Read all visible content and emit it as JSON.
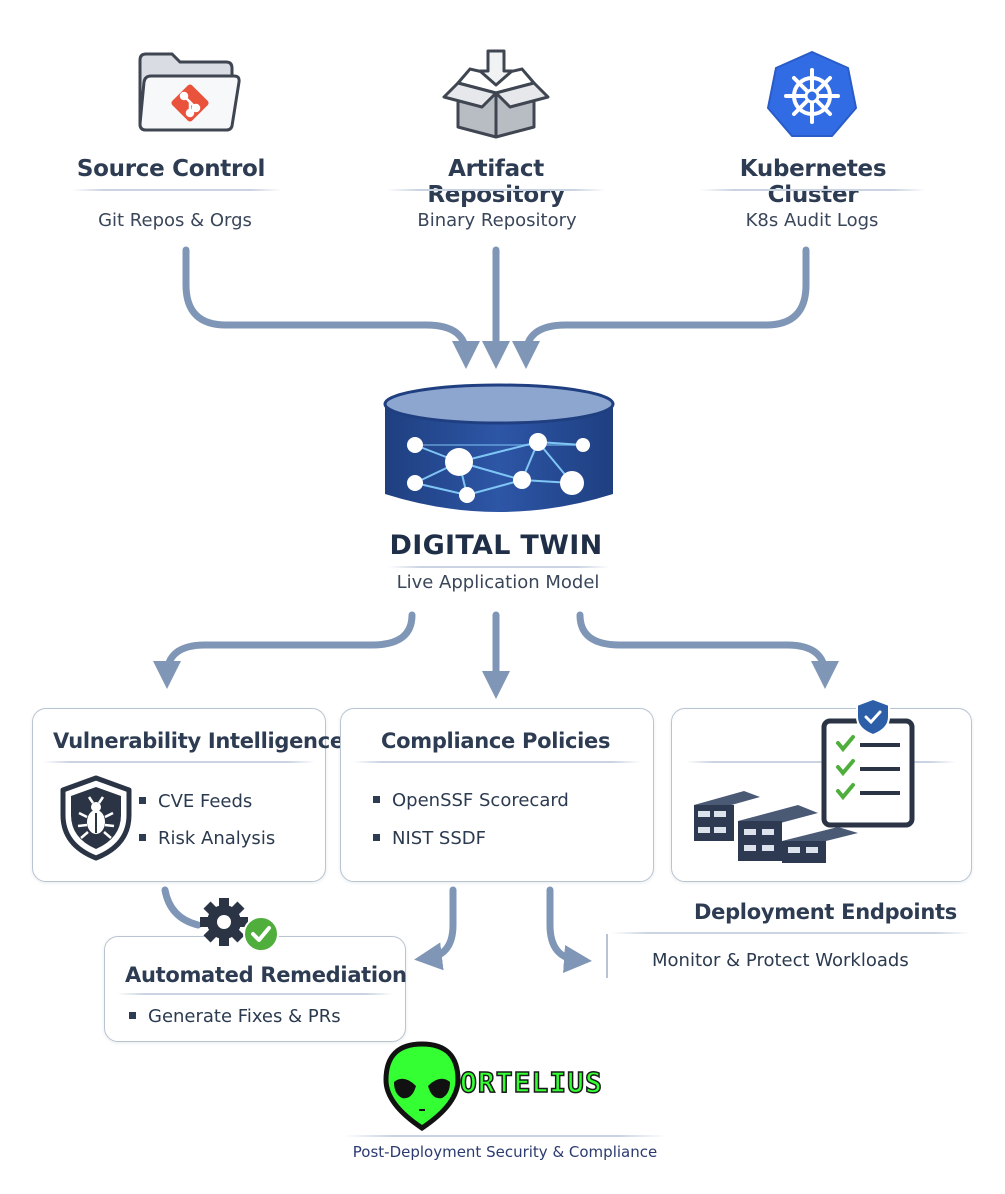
{
  "sources": [
    {
      "title": "Source Control",
      "subtitle": "Git Repos & Orgs",
      "icon": "folder-git-icon"
    },
    {
      "title": "Artifact Repository",
      "subtitle": "Binary Repository",
      "icon": "package-box-icon"
    },
    {
      "title": "Kubernetes Cluster",
      "subtitle": "K8s Audit Logs",
      "icon": "kubernetes-helm-icon"
    }
  ],
  "digital_twin": {
    "title": "DIGITAL TWIN",
    "subtitle": "Live Application Model",
    "icon": "database-graph-icon"
  },
  "vulnerability": {
    "title": "Vulnerability Intelligence",
    "items": [
      "CVE Feeds",
      "Risk Analysis"
    ],
    "icon": "shield-bug-icon"
  },
  "compliance": {
    "title": "Compliance Policies",
    "items": [
      "OpenSSF Scorecard",
      "NIST SSDF"
    ]
  },
  "deployment": {
    "title": "Deployment Endpoints",
    "subtitle": "Monitor & Protect Workloads",
    "icon": "servers-checklist-icon"
  },
  "remediation": {
    "title": "Automated Remediation",
    "items": [
      "Generate Fixes & PRs"
    ],
    "icon": "gear-check-icon"
  },
  "brand": {
    "name": "ORTELIUS",
    "tagline": "Post-Deployment Security & Compliance",
    "icon": "alien-logo-icon"
  },
  "colors": {
    "arrow": "#7f96b6",
    "db_blue": "#2b4f98",
    "text_dark": "#2d3c52",
    "green": "#4fae3c",
    "k8s_blue": "#326ce5",
    "logo_green": "#33ff33"
  }
}
